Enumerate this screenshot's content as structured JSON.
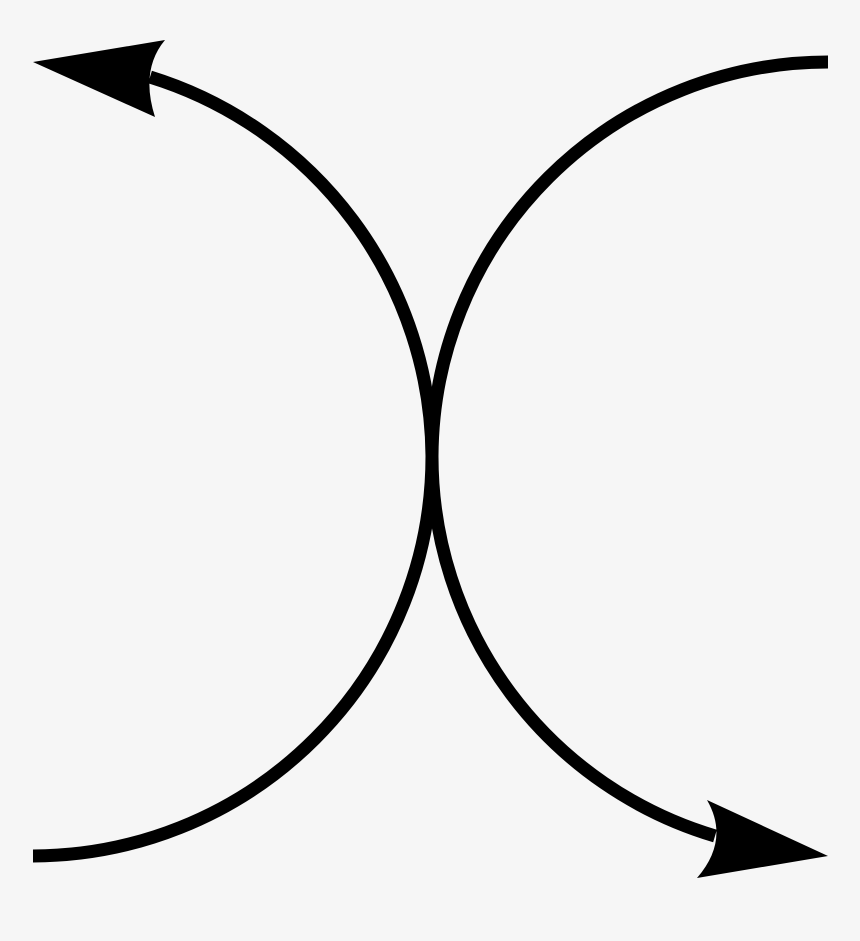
{
  "diagram": {
    "background": "#f6f6f6",
    "stroke_color": "#000000",
    "elements": [
      {
        "name": "left-arc-arrow",
        "arrowhead": "top-left"
      },
      {
        "name": "right-arc-arrow",
        "arrowhead": "bottom-right"
      }
    ]
  }
}
